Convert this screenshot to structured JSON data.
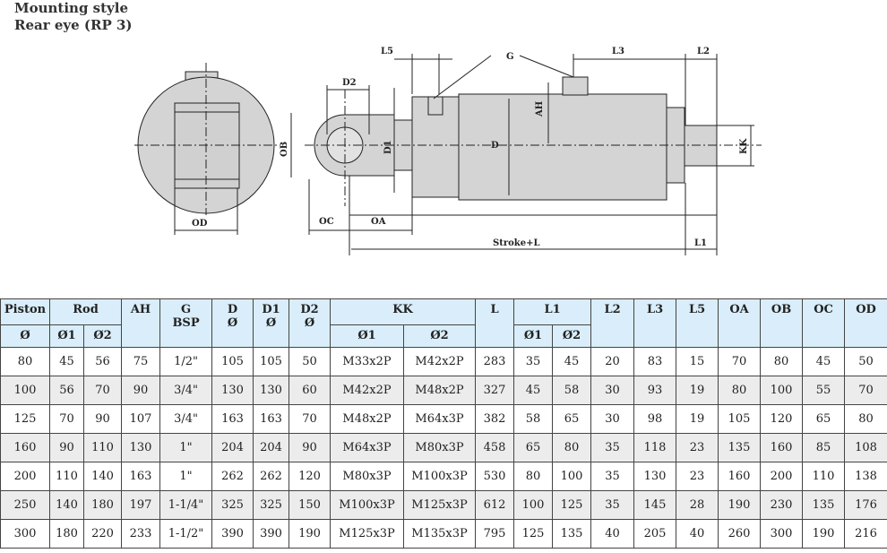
{
  "title": {
    "line1": "Mounting style",
    "line2": "Rear eye (RP 3)"
  },
  "drawing_labels": {
    "L5": "L5",
    "G": "G",
    "L3": "L3",
    "L2": "L2",
    "D2": "D2",
    "AH": "AH",
    "OB": "OB",
    "D1": "D1",
    "D": "D",
    "KK": "KK",
    "OD": "OD",
    "OC": "OC",
    "OA": "OA",
    "stroke": "Stroke+L",
    "L1": "L1"
  },
  "table": {
    "headers": {
      "piston": "Piston",
      "piston_sub": "Ø",
      "rod": "Rod",
      "o1": "Ø1",
      "o2": "Ø2",
      "ah": "AH",
      "g": "G",
      "g_sub": "BSP",
      "d": "D",
      "d_sub": "Ø",
      "d1": "D1",
      "d1_sub": "Ø",
      "d2": "D2",
      "d2_sub": "Ø",
      "kk": "KK",
      "l": "L",
      "l1": "L1",
      "l2": "L2",
      "l3": "L3",
      "l5": "L5",
      "oa": "OA",
      "ob": "OB",
      "oc": "OC",
      "od": "OD"
    },
    "rows": [
      [
        "80",
        "45",
        "56",
        "75",
        "1/2\"",
        "105",
        "105",
        "50",
        "M33x2P",
        "M42x2P",
        "283",
        "35",
        "45",
        "20",
        "83",
        "15",
        "70",
        "80",
        "45",
        "50"
      ],
      [
        "100",
        "56",
        "70",
        "90",
        "3/4\"",
        "130",
        "130",
        "60",
        "M42x2P",
        "M48x2P",
        "327",
        "45",
        "58",
        "30",
        "93",
        "19",
        "80",
        "100",
        "55",
        "70"
      ],
      [
        "125",
        "70",
        "90",
        "107",
        "3/4\"",
        "163",
        "163",
        "70",
        "M48x2P",
        "M64x3P",
        "382",
        "58",
        "65",
        "30",
        "98",
        "19",
        "105",
        "120",
        "65",
        "80"
      ],
      [
        "160",
        "90",
        "110",
        "130",
        "1\"",
        "204",
        "204",
        "90",
        "M64x3P",
        "M80x3P",
        "458",
        "65",
        "80",
        "35",
        "118",
        "23",
        "135",
        "160",
        "85",
        "108"
      ],
      [
        "200",
        "110",
        "140",
        "163",
        "1\"",
        "262",
        "262",
        "120",
        "M80x3P",
        "M100x3P",
        "530",
        "80",
        "100",
        "35",
        "130",
        "23",
        "160",
        "200",
        "110",
        "138"
      ],
      [
        "250",
        "140",
        "180",
        "197",
        "1-1/4\"",
        "325",
        "325",
        "150",
        "M100x3P",
        "M125x3P",
        "612",
        "100",
        "125",
        "35",
        "145",
        "28",
        "190",
        "230",
        "135",
        "176"
      ],
      [
        "300",
        "180",
        "220",
        "233",
        "1-1/2\"",
        "390",
        "390",
        "190",
        "M125x3P",
        "M135x3P",
        "795",
        "125",
        "135",
        "40",
        "205",
        "40",
        "260",
        "300",
        "190",
        "216"
      ]
    ]
  }
}
